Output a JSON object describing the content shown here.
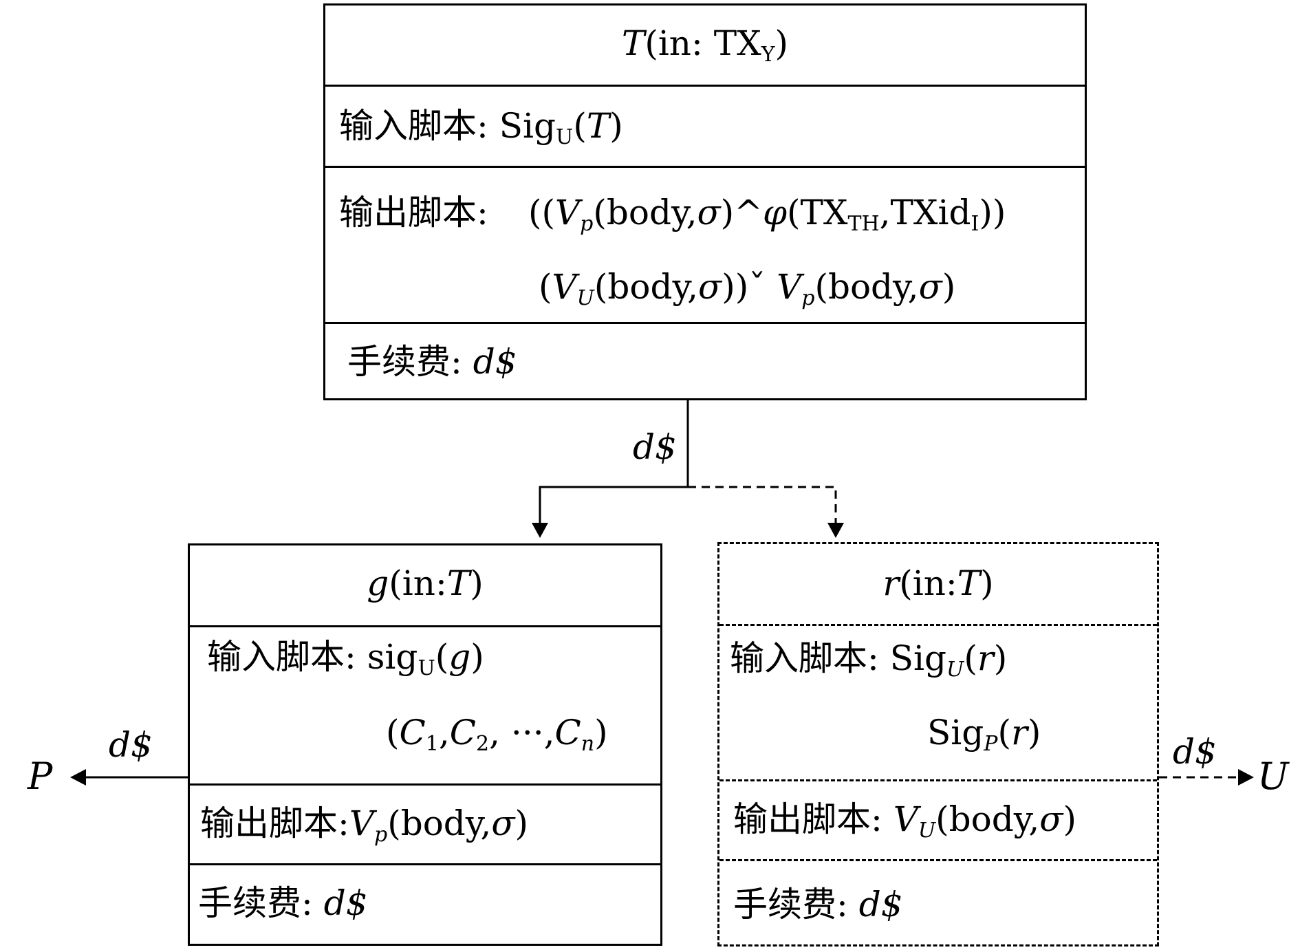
{
  "tx_T": {
    "title": {
      "name": "T",
      "args": "(in: ",
      "sub_base": "TX",
      "sub": "Y",
      "close": ")"
    },
    "input_label": "输入脚本:",
    "input_script": {
      "base": "Sig",
      "sub": "U",
      "arg": "T"
    },
    "output_label": "输出脚本:",
    "output_line1": "((V_p(body,σ)^φ(TX_TH,TXid_I))",
    "output_line2": "(V_U(body,σ))ˇ V_p(body,σ)",
    "fee_label": "手续费:",
    "fee_value": "d$"
  },
  "tx_g": {
    "title": {
      "name": "g",
      "args": "(in:",
      "arg": "T",
      "close": ")"
    },
    "input_label": "输入脚本:",
    "input_script": {
      "base": "sig",
      "sub": "U",
      "arg": "g"
    },
    "input_line2": "(C1,C2, ···,Cn)",
    "output_label": "输出脚本:",
    "output_script": "V_p(body,σ)",
    "fee_label": "手续费:",
    "fee_value": "d$"
  },
  "tx_r": {
    "title": {
      "name": "r",
      "args": "(in:",
      "arg": "T",
      "close": ")"
    },
    "input_label": "输入脚本:",
    "input_script": {
      "base": "Sig",
      "sub": "U",
      "arg": "r"
    },
    "input_line2": {
      "base": "Sig",
      "sub": "P",
      "arg": "r"
    },
    "output_label": "输出脚本:",
    "output_script": "V_U(body,σ)",
    "fee_label": "手续费:",
    "fee_value": "d$"
  },
  "edges": {
    "split_label": "d$",
    "to_P_label": "d$",
    "to_U_label": "d$",
    "node_P": "P",
    "node_U": "U"
  },
  "colors": {
    "stroke": "#000000",
    "background": "#ffffff"
  }
}
